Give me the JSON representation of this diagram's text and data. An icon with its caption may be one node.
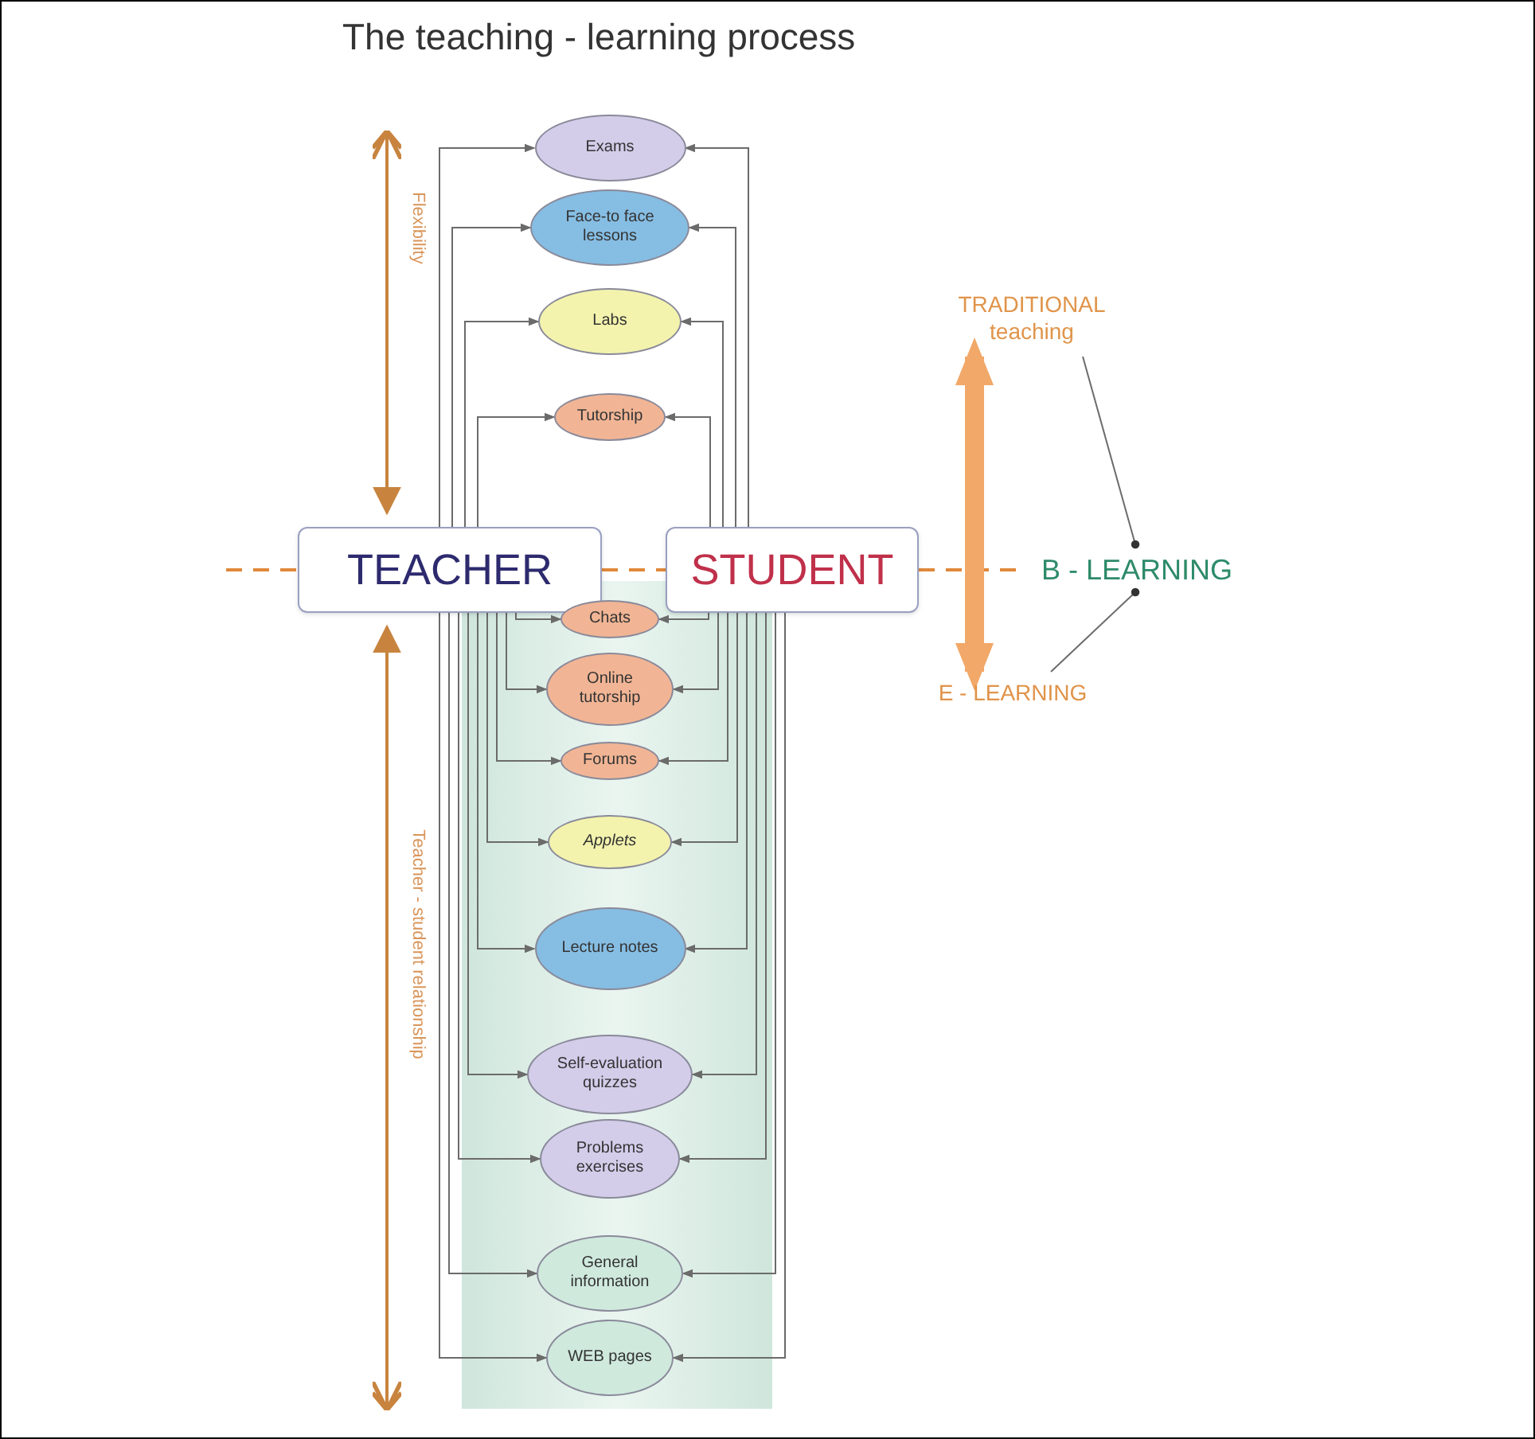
{
  "diagram": {
    "title": "The teaching - learning process",
    "nodes": [
      {
        "text": [
          "TEACHER"
        ]
      },
      {
        "text": [
          "STUDENT"
        ]
      },
      {
        "text": [
          "Exams"
        ]
      },
      {
        "text": [
          "Face-to face lessons"
        ]
      },
      {
        "text": [
          "Labs"
        ]
      },
      {
        "text": [
          "Tutorship"
        ]
      },
      {
        "text": [
          "Chats"
        ]
      },
      {
        "text": [
          "Online tutorship"
        ]
      },
      {
        "text": [
          "Forums"
        ]
      },
      {
        "text": [
          "Applets"
        ]
      },
      {
        "text": [
          "Lecture notes"
        ]
      },
      {
        "text": [
          "Self-evaluation quizzes"
        ]
      },
      {
        "text": [
          "Problems exercises"
        ]
      },
      {
        "text": [
          "General information"
        ]
      },
      {
        "text": [
          "WEB pages"
        ]
      },
      {
        "text": [
          "TRADITIONAL teaching"
        ]
      },
      {
        "text": [
          "B - LEARNING"
        ]
      },
      {
        "text": [
          "E - LEARNING"
        ]
      }
    ],
    "edges": [
      {
        "from": 0,
        "to": 2,
        "arrow": "to"
      },
      {
        "from": 0,
        "to": 3,
        "arrow": "to"
      },
      {
        "from": 0,
        "to": 4,
        "arrow": "to"
      },
      {
        "from": 0,
        "to": 5,
        "arrow": "to"
      },
      {
        "from": 0,
        "to": 6,
        "arrow": "to"
      },
      {
        "from": 0,
        "to": 7,
        "arrow": "to"
      },
      {
        "from": 0,
        "to": 8,
        "arrow": "to"
      },
      {
        "from": 0,
        "to": 9,
        "arrow": "to"
      },
      {
        "from": 0,
        "to": 10,
        "arrow": "to"
      },
      {
        "from": 0,
        "to": 11,
        "arrow": "to"
      },
      {
        "from": 0,
        "to": 12,
        "arrow": "to"
      },
      {
        "from": 0,
        "to": 13,
        "arrow": "to"
      },
      {
        "from": 0,
        "to": 14,
        "arrow": "to"
      },
      {
        "from": 1,
        "to": 2,
        "arrow": "to"
      },
      {
        "from": 1,
        "to": 3,
        "arrow": "to"
      },
      {
        "from": 1,
        "to": 4,
        "arrow": "to"
      },
      {
        "from": 1,
        "to": 5,
        "arrow": "to"
      },
      {
        "from": 1,
        "to": 6,
        "arrow": "to"
      },
      {
        "from": 1,
        "to": 7,
        "arrow": "to"
      },
      {
        "from": 1,
        "to": 8,
        "arrow": "to"
      },
      {
        "from": 1,
        "to": 9,
        "arrow": "to"
      },
      {
        "from": 1,
        "to": 10,
        "arrow": "to"
      },
      {
        "from": 1,
        "to": 11,
        "arrow": "to"
      },
      {
        "from": 1,
        "to": 12,
        "arrow": "to"
      },
      {
        "from": 1,
        "to": 13,
        "arrow": "to"
      },
      {
        "from": 1,
        "to": 14,
        "arrow": "to"
      },
      {
        "from": null,
        "to": 0,
        "arrow": "none",
        "style": "dashed",
        "color": "#e0883a"
      },
      {
        "from": 0,
        "to": 1,
        "arrow": "none",
        "style": "dashed",
        "color": "#e0883a"
      },
      {
        "from": 1,
        "to": 16,
        "arrow": "none",
        "style": "dashed",
        "color": "#e0883a"
      },
      {
        "from": 15,
        "to": 17,
        "arrow": "both",
        "style": "thick",
        "color": "#f2a868"
      },
      {
        "from": 15,
        "to": 16,
        "arrow": "other"
      },
      {
        "from": 17,
        "to": 16,
        "arrow": "other"
      }
    ],
    "labels": [
      "Flexibility",
      "Teacher - student relationship"
    ]
  }
}
